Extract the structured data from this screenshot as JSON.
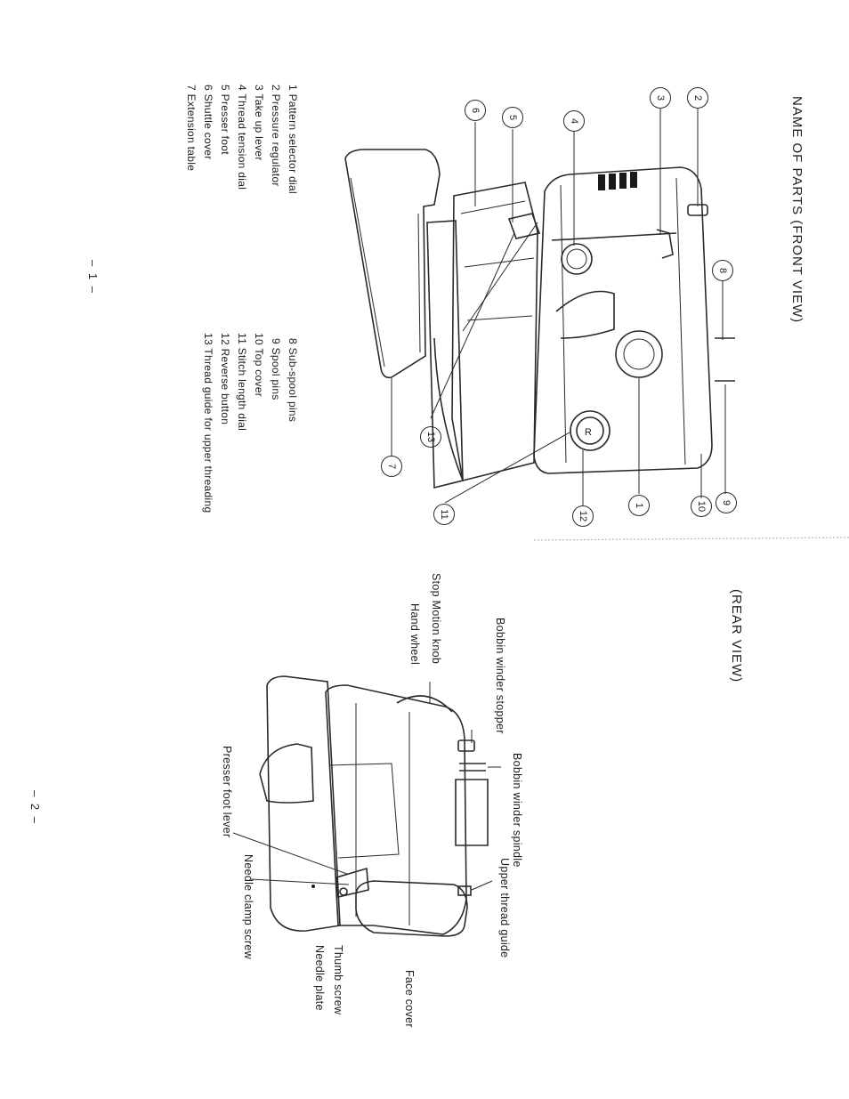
{
  "front": {
    "title": "NAME OF PARTS (FRONT VIEW)",
    "parts_left": [
      "1 Pattern selector dial",
      "2 Pressure regulator",
      "3 Take up lever",
      "4 Thread tension dial",
      "5 Presser foot",
      "6 Shuttle cover",
      "7 Extension table"
    ],
    "parts_right": [
      "8 Sub-spool pins",
      "9 Spool pins",
      "10 Top cover",
      "11 Stitch length dial",
      "12 Reverse button",
      "13 Thread guide for upper threading"
    ],
    "callouts": [
      "1",
      "2",
      "3",
      "4",
      "5",
      "6",
      "7",
      "8",
      "9",
      "10",
      "11",
      "12",
      "13"
    ],
    "page_number": "– 1 –"
  },
  "rear": {
    "title": "(REAR VIEW)",
    "labels": {
      "bobbin_winder_stopper": "Bobbin winder stopper",
      "stop_motion_knob": "Stop Motion knob",
      "hand_wheel": "Hand wheel",
      "bobbin_winder_spindle": "Bobbin winder spindle",
      "upper_thread_guide": "Upper thread guide",
      "presser_foot_lever": "Presser foot lever",
      "needle_clamp_screw": "Needle clamp screw",
      "thumb_screw": "Thumb screw",
      "needle_plate": "Needle plate",
      "face_cover": "Face cover"
    },
    "page_number": "– 2 –"
  }
}
